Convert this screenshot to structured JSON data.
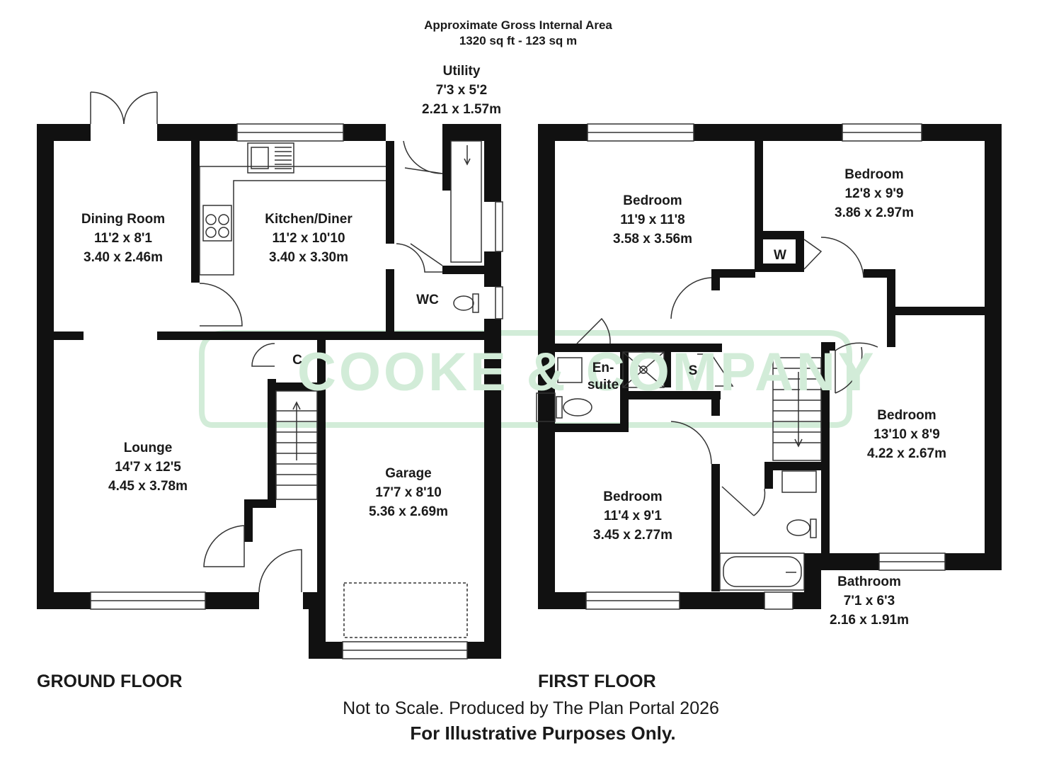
{
  "header": {
    "line1": "Approximate Gross Internal Area",
    "line2": "1320 sq ft - 123 sq m"
  },
  "watermark": "COOKE & COMPANY",
  "ground_floor": {
    "title": "GROUND FLOOR",
    "rooms": {
      "dining": {
        "name": "Dining Room",
        "imperial": "11'2 x 8'1",
        "metric": "3.40 x 2.46m"
      },
      "kitchen": {
        "name": "Kitchen/Diner",
        "imperial": "11'2 x 10'10",
        "metric": "3.40 x 3.30m"
      },
      "utility": {
        "name": "Utility",
        "imperial": "7'3 x 5'2",
        "metric": "2.21 x 1.57m"
      },
      "wc": {
        "name": "WC"
      },
      "cupboard": {
        "name": "C"
      },
      "lounge": {
        "name": "Lounge",
        "imperial": "14'7 x 12'5",
        "metric": "4.45 x 3.78m"
      },
      "garage": {
        "name": "Garage",
        "imperial": "17'7 x 8'10",
        "metric": "5.36 x 2.69m"
      }
    }
  },
  "first_floor": {
    "title": "FIRST FLOOR",
    "rooms": {
      "bed1": {
        "name": "Bedroom",
        "imperial": "11'9 x 11'8",
        "metric": "3.58 x 3.56m"
      },
      "bed2": {
        "name": "Bedroom",
        "imperial": "12'8 x 9'9",
        "metric": "3.86 x 2.97m"
      },
      "wardrobe": {
        "name": "W"
      },
      "ensuite": {
        "name1": "En-",
        "name2": "suite"
      },
      "store": {
        "name": "S"
      },
      "bed3": {
        "name": "Bedroom",
        "imperial": "13'10 x 8'9",
        "metric": "4.22 x 2.67m"
      },
      "bed4": {
        "name": "Bedroom",
        "imperial": "11'4 x 9'1",
        "metric": "3.45 x 2.77m"
      },
      "bathroom": {
        "name": "Bathroom",
        "imperial": "7'1 x 6'3",
        "metric": "2.16 x 1.91m"
      }
    }
  },
  "footer": {
    "note": "Not to Scale. Produced by The Plan Portal 2026",
    "disclaimer": "For Illustrative Purposes Only."
  },
  "colors": {
    "wall": "#111111",
    "line": "#333333",
    "watermark": "#d2ecd8"
  }
}
